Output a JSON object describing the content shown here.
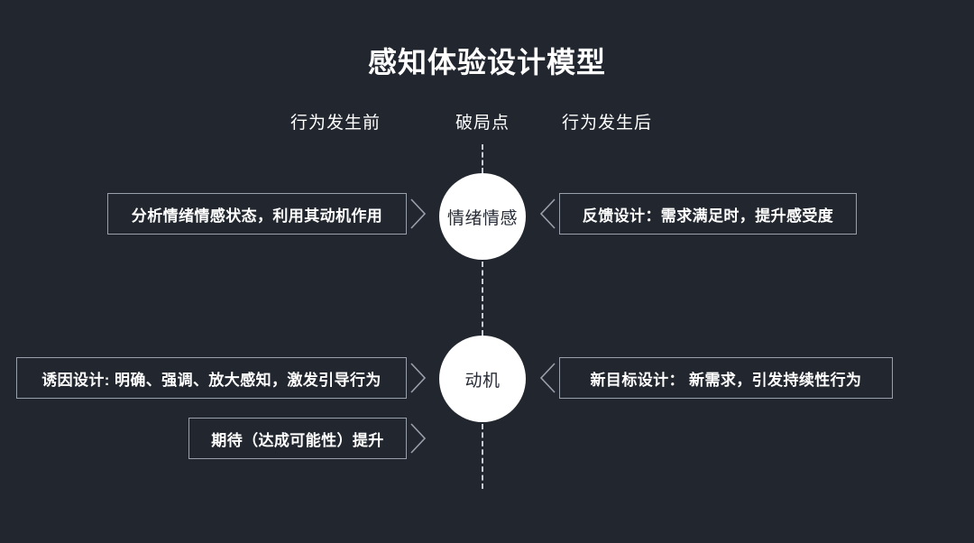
{
  "slide": {
    "title": "感知体验设计模型",
    "background_color": "#21262f",
    "accent_color": "#ffffff",
    "box_border_color": "#9aa0ab"
  },
  "columns": {
    "before": "行为发生前",
    "pivot": "破局点",
    "after": "行为发生后"
  },
  "nodes": [
    {
      "label": "情绪情感"
    },
    {
      "label": "动机"
    }
  ],
  "boxes": [
    {
      "id": "b1",
      "side": "left",
      "row": "emotion",
      "text": "分析情绪情感状态，利用其动机作用"
    },
    {
      "id": "b2",
      "side": "right",
      "row": "emotion",
      "text": "反馈设计：需求满足时，提升感受度"
    },
    {
      "id": "b3",
      "side": "left",
      "row": "motivation",
      "text": "诱因设计: 明确、强调、放大感知，激发引导行为"
    },
    {
      "id": "b4",
      "side": "right",
      "row": "motivation",
      "text": "新目标设计：  新需求，引发持续性行为"
    },
    {
      "id": "b5",
      "side": "left",
      "row": "motivation",
      "text": "期待（达成可能性）提升"
    }
  ],
  "connectors": {
    "chevron_right": "chevron-right-icon",
    "chevron_left": "chevron-left-icon",
    "spine": "dashed-vertical-line"
  }
}
